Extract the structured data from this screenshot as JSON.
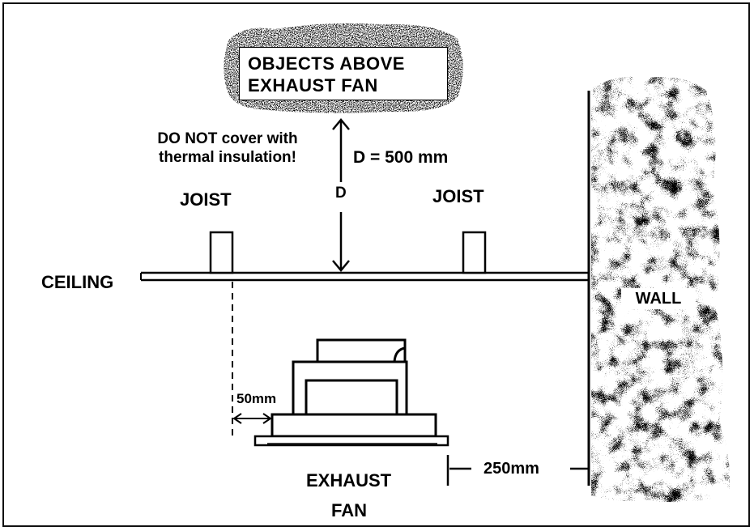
{
  "diagram": {
    "objects_above_line1": "OBJECTS ABOVE",
    "objects_above_line2": "EXHAUST FAN",
    "warning_line1": "DO NOT cover with",
    "warning_line2": "thermal insulation!",
    "distance_note": "D = 500 mm",
    "d_marker": "D",
    "joist_left": "JOIST",
    "joist_right": "JOIST",
    "ceiling": "CEILING",
    "wall": "WALL",
    "clearance_joist": "50mm",
    "clearance_wall": "250mm",
    "fan_line1": "EXHAUST",
    "fan_line2": "FAN"
  }
}
